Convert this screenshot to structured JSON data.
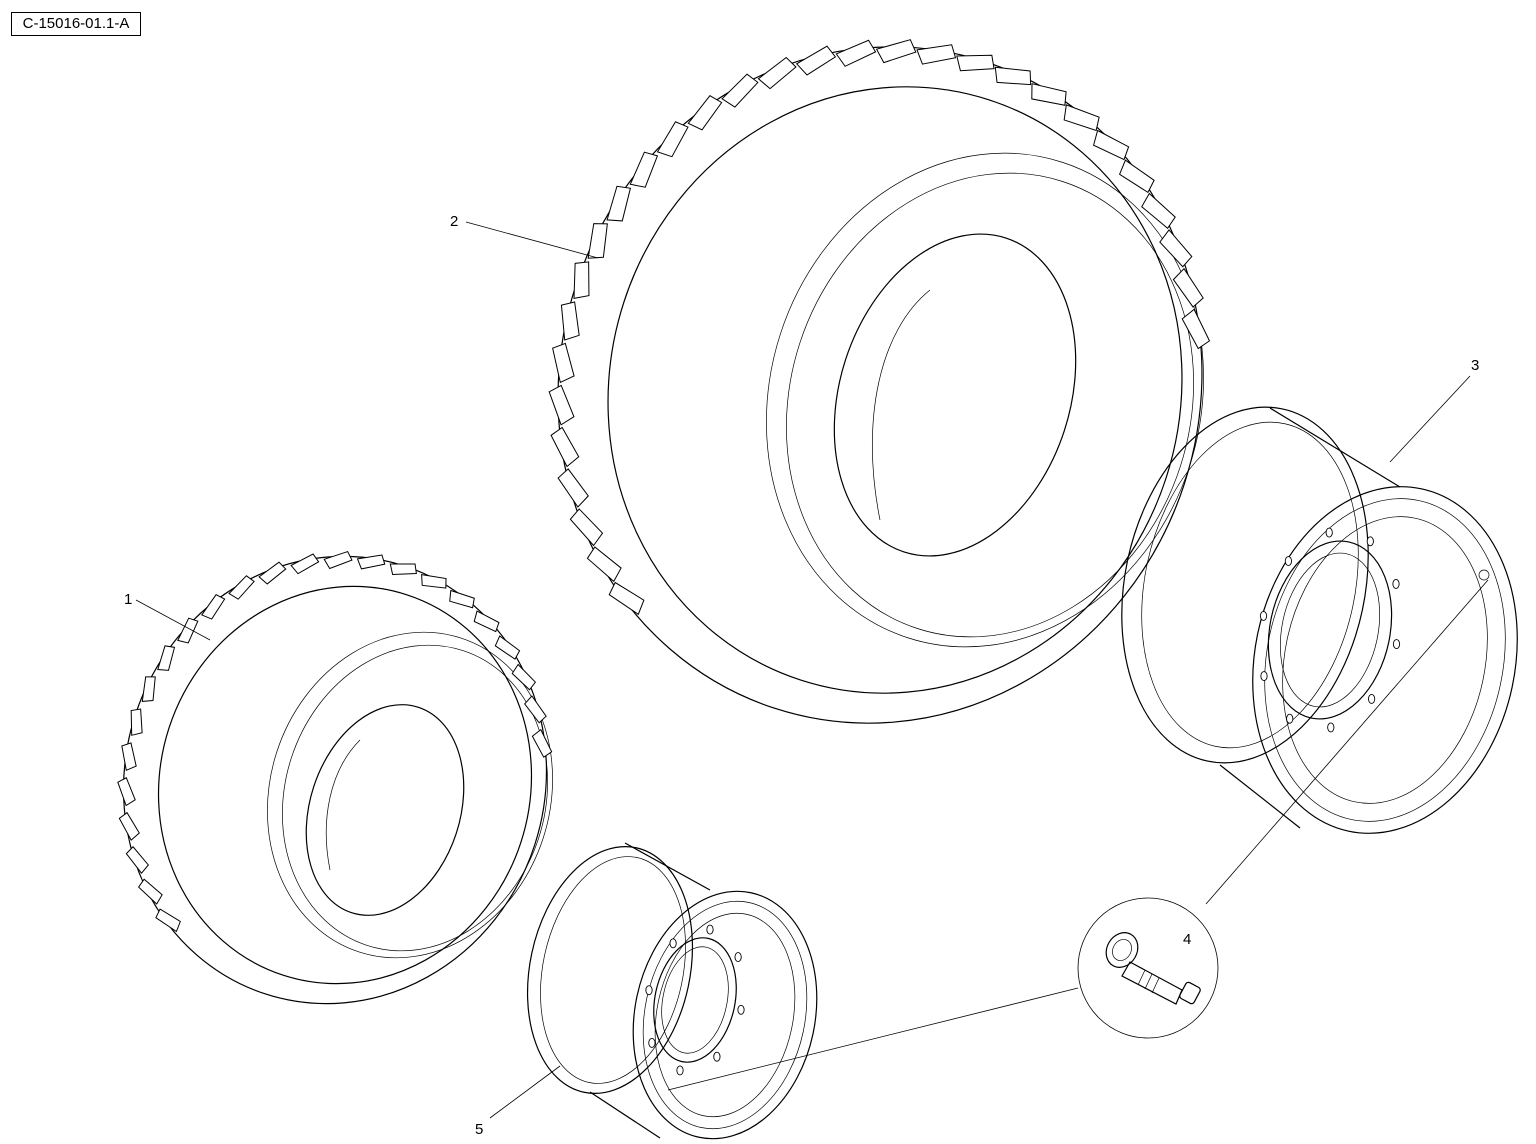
{
  "drawing": {
    "reference_code": "C-15016-01.1-A",
    "callouts": [
      {
        "id": "1",
        "label": "1"
      },
      {
        "id": "2",
        "label": "2"
      },
      {
        "id": "3",
        "label": "3"
      },
      {
        "id": "4",
        "label": "4"
      },
      {
        "id": "5",
        "label": "5"
      }
    ]
  }
}
